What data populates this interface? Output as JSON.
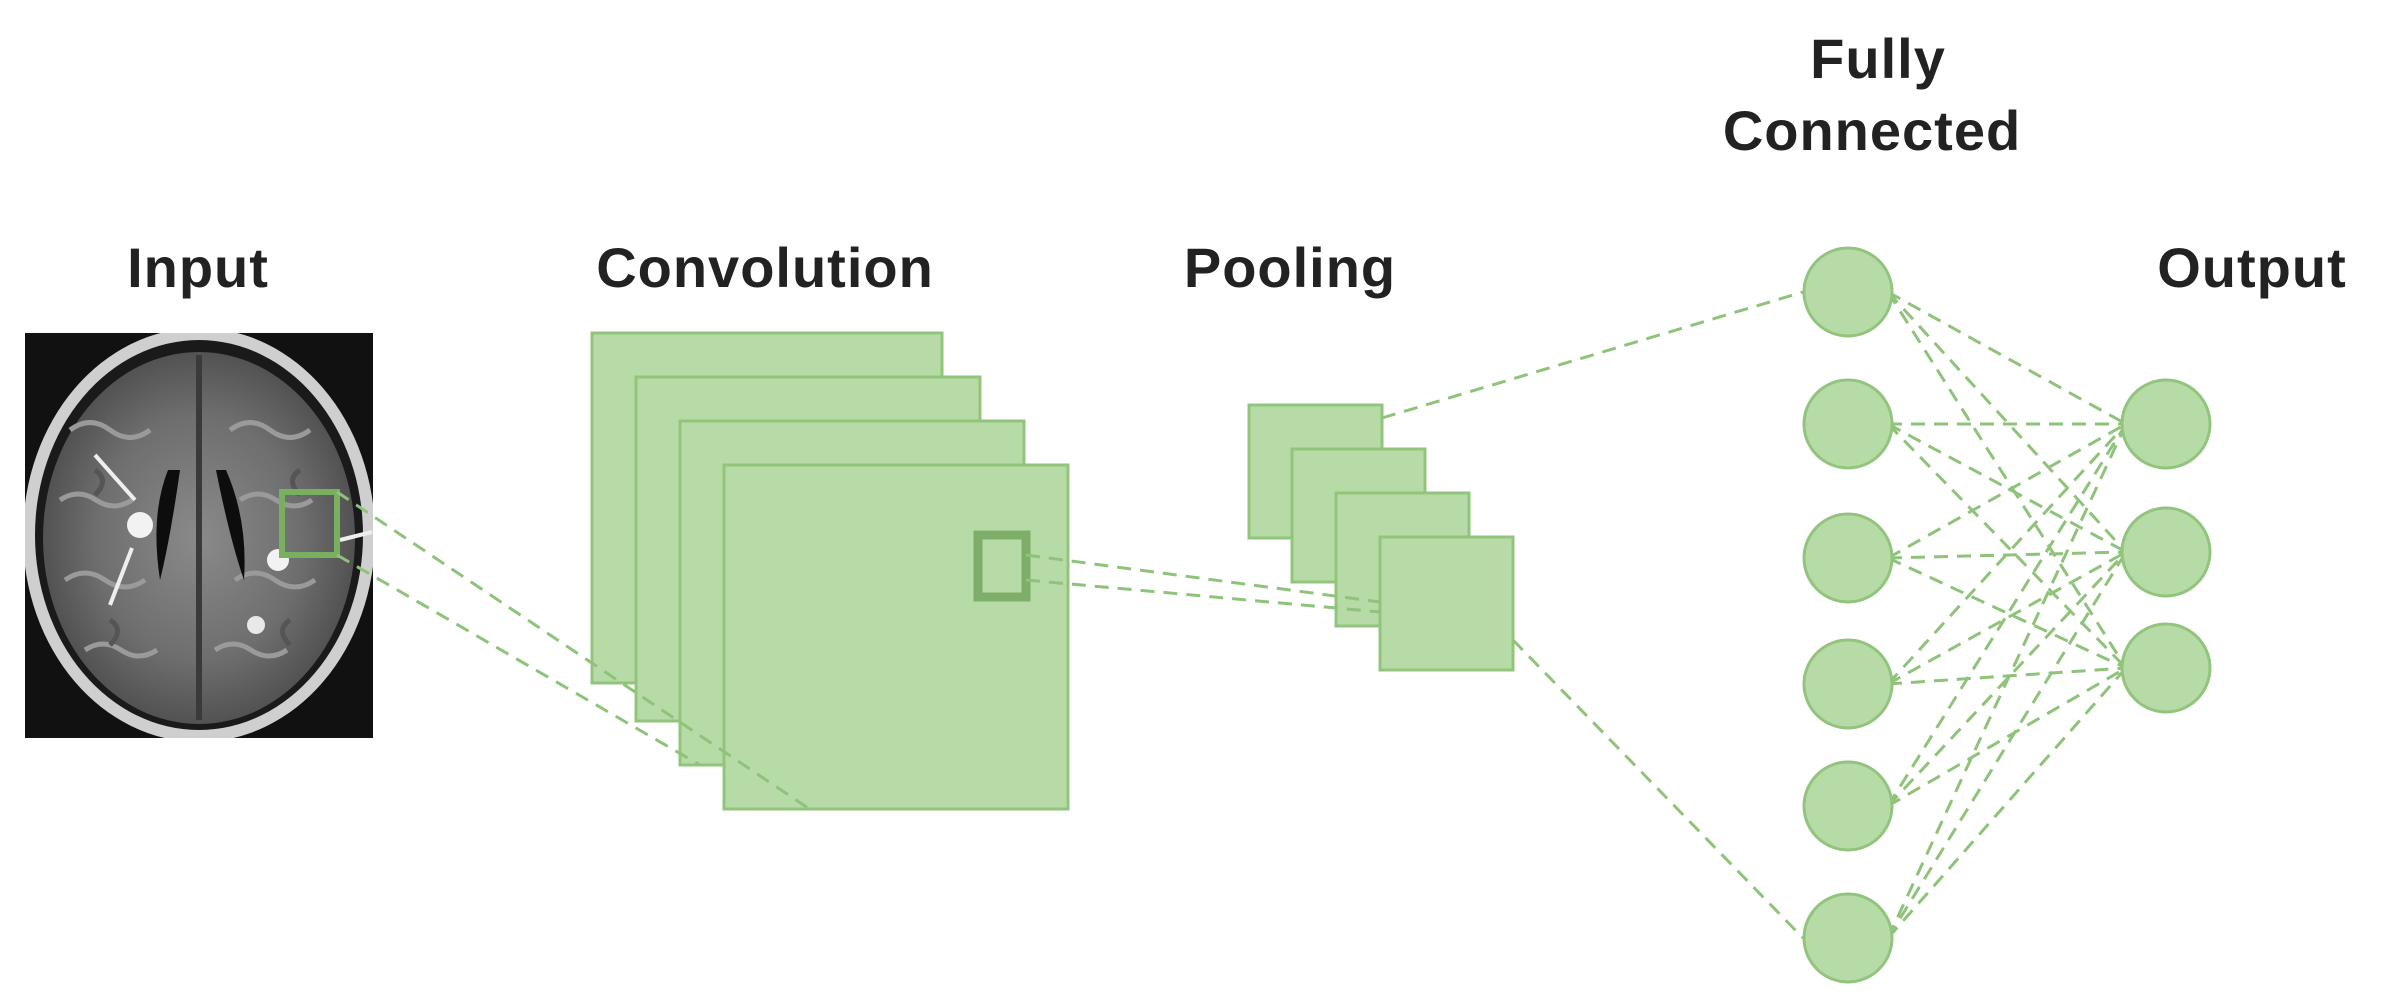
{
  "labels": {
    "input": "Input",
    "convolution": "Convolution",
    "pooling": "Pooling",
    "fully_connected_line1": "Fully",
    "fully_connected_line2": "Connected",
    "output": "Output"
  },
  "stages": {
    "convolution_maps": 4,
    "pooling_maps": 4,
    "fully_connected_neurons": 6,
    "output_neurons": 3
  },
  "colors": {
    "fill": "#b7dba6",
    "stroke": "#93c47d",
    "dashed_line": "#8fc27a",
    "kernel": "#7fae6a",
    "label": "#222222"
  },
  "icons": {
    "input_image": "brain-mri-icon"
  }
}
